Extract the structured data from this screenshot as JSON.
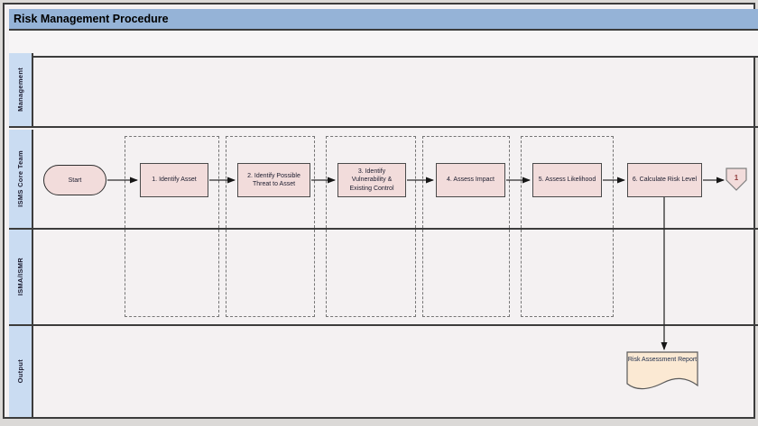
{
  "title": "Risk Management Procedure",
  "lanes": [
    {
      "label": "Management"
    },
    {
      "label": "ISMS Core Team"
    },
    {
      "label": "ISMA/ISMR"
    },
    {
      "label": "Output"
    }
  ],
  "flow": {
    "start": "Start",
    "steps": [
      {
        "label": "1. Identify Asset"
      },
      {
        "label": "2. Identify Possible Threat to Asset"
      },
      {
        "label": "3. Identify Vulnerability & Existing Control"
      },
      {
        "label": "4. Assess Impact"
      },
      {
        "label": "5. Assess Likelihood"
      },
      {
        "label": "6. Calculate  Risk Level"
      }
    ],
    "offpage_connector": "1",
    "document": "Risk Assessment Report"
  },
  "colors": {
    "title_bar": "#95b3d7",
    "lane_label_bg": "#cadcf2",
    "process_fill": "#f2dcdb",
    "document_fill": "#fbe9d3",
    "canvas_bg": "#f4f1f2",
    "border_dark": "#3c3c3c"
  }
}
